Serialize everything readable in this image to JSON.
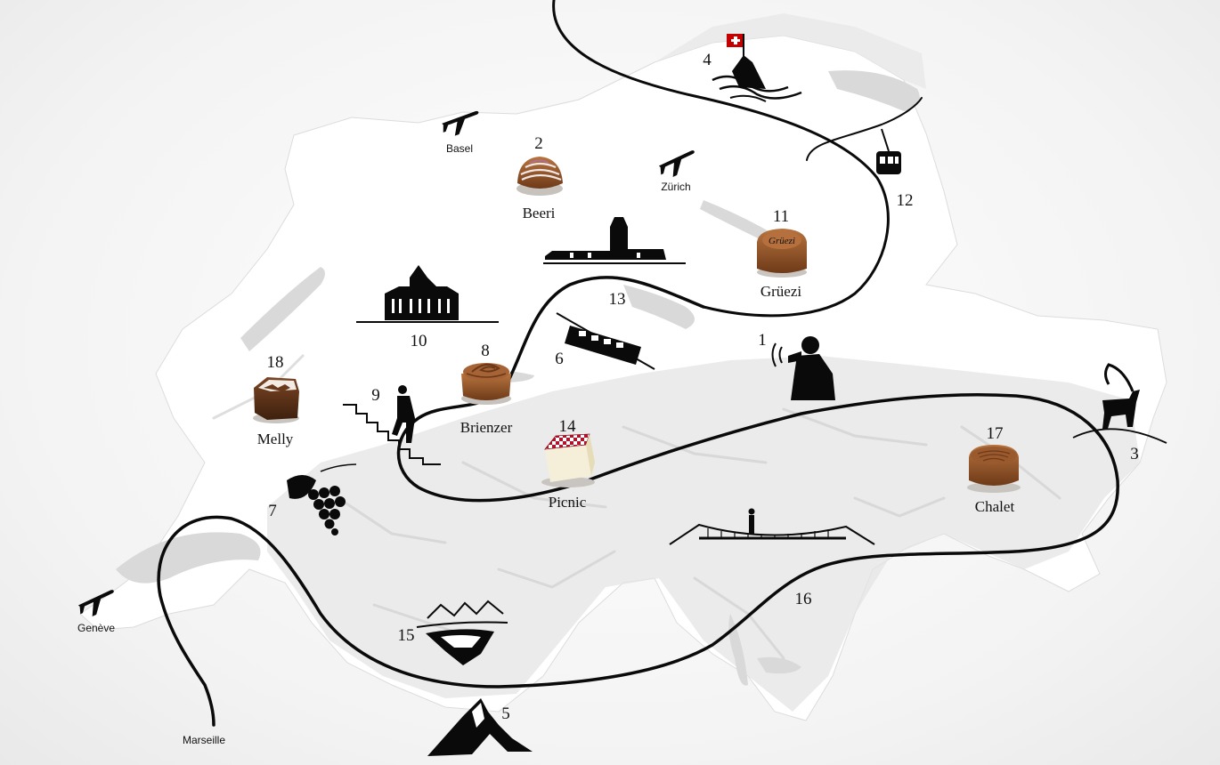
{
  "colors": {
    "background": "#f2f2f2",
    "country": "#ffffff",
    "relief": "#e2e2e2",
    "lake": "#d6d6d6",
    "route": "#0a0a0a",
    "silhouette": "#0a0a0a",
    "chocolate_dark": "#5a3218",
    "chocolate_milk": "#9a5a2e"
  },
  "cities": {
    "basel": "Basel",
    "zurich": "Zürich",
    "geneve": "Genève",
    "marseille": "Marseille"
  },
  "stops": [
    {
      "number": "1",
      "icon": "alphorn-yodeler-icon"
    },
    {
      "number": "2",
      "name": "Beeri",
      "icon": "striped-truffle-chocolate"
    },
    {
      "number": "3",
      "icon": "ibex-icon"
    },
    {
      "number": "4",
      "icon": "swiss-flag-steamboat-icon"
    },
    {
      "number": "5",
      "icon": "matterhorn-icon"
    },
    {
      "number": "6",
      "icon": "funicular-icon"
    },
    {
      "number": "7",
      "icon": "grapes-icon"
    },
    {
      "number": "8",
      "name": "Brienzer",
      "icon": "swirl-chocolate"
    },
    {
      "number": "9",
      "icon": "stair-climber-icon"
    },
    {
      "number": "10",
      "icon": "federal-palace-icon"
    },
    {
      "number": "11",
      "name": "Grüezi",
      "icon": "gruezi-chocolate",
      "inscription": "Grüezi"
    },
    {
      "number": "12",
      "icon": "cable-car-icon"
    },
    {
      "number": "13",
      "icon": "chapel-bridge-icon"
    },
    {
      "number": "14",
      "name": "Picnic",
      "icon": "checkered-cube-chocolate"
    },
    {
      "number": "15",
      "icon": "glacier-lake-icon"
    },
    {
      "number": "16",
      "icon": "suspension-bridge-icon"
    },
    {
      "number": "17",
      "name": "Chalet",
      "icon": "round-praline-chocolate"
    },
    {
      "number": "18",
      "name": "Melly",
      "icon": "speckled-cube-chocolate"
    }
  ]
}
